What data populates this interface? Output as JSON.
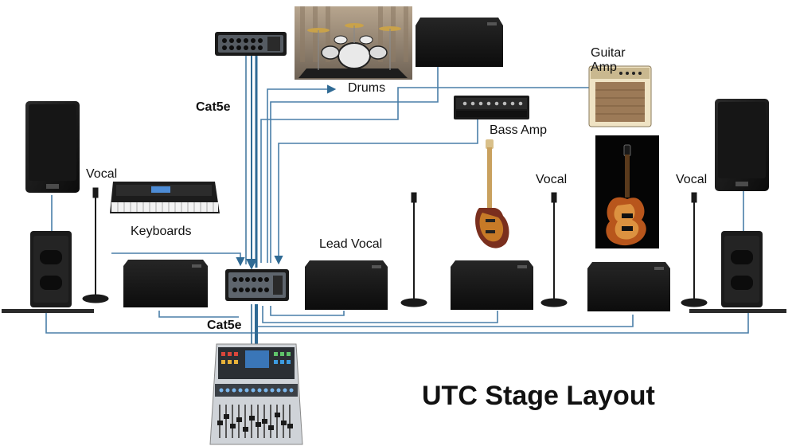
{
  "title": "UTC Stage Layout",
  "labels": {
    "drums": "Drums",
    "guitar_amp_line1": "Guitar",
    "guitar_amp_line2": "Amp",
    "bass_amp": "Bass Amp",
    "keyboards": "Keyboards",
    "lead_vocal": "Lead Vocal",
    "vocal_left": "Vocal",
    "vocal_center": "Vocal",
    "vocal_right": "Vocal",
    "cat5e_top": "Cat5e",
    "cat5e_bottom": "Cat5e"
  },
  "colors": {
    "cable": "#4a7fa8",
    "cat5e_cable": "#2f6a94",
    "speaker": "#141414",
    "speaker_edge": "#2a2a2a",
    "guitar_amp_body": "#efe3c4",
    "guitar_amp_grille": "#9c7a57",
    "bass_body": "#7a2f1e",
    "guitar_body": "#b8561c",
    "mixer_body": "#cfd3d8",
    "mixer_screen": "#3a76b8"
  },
  "icons": {
    "drums": "drum-kit-icon",
    "guitar": "electric-guitar-icon",
    "bass": "bass-guitar-icon",
    "keyboard": "keyboard-synth-icon",
    "mic_stand": "mic-stand-icon",
    "stage_box": "stage-box-icon",
    "mixer": "mixing-console-icon",
    "amp": "amplifier-icon",
    "monitor": "floor-monitor-icon",
    "main_speaker": "pa-speaker-icon",
    "subwoofer": "subwoofer-icon"
  }
}
